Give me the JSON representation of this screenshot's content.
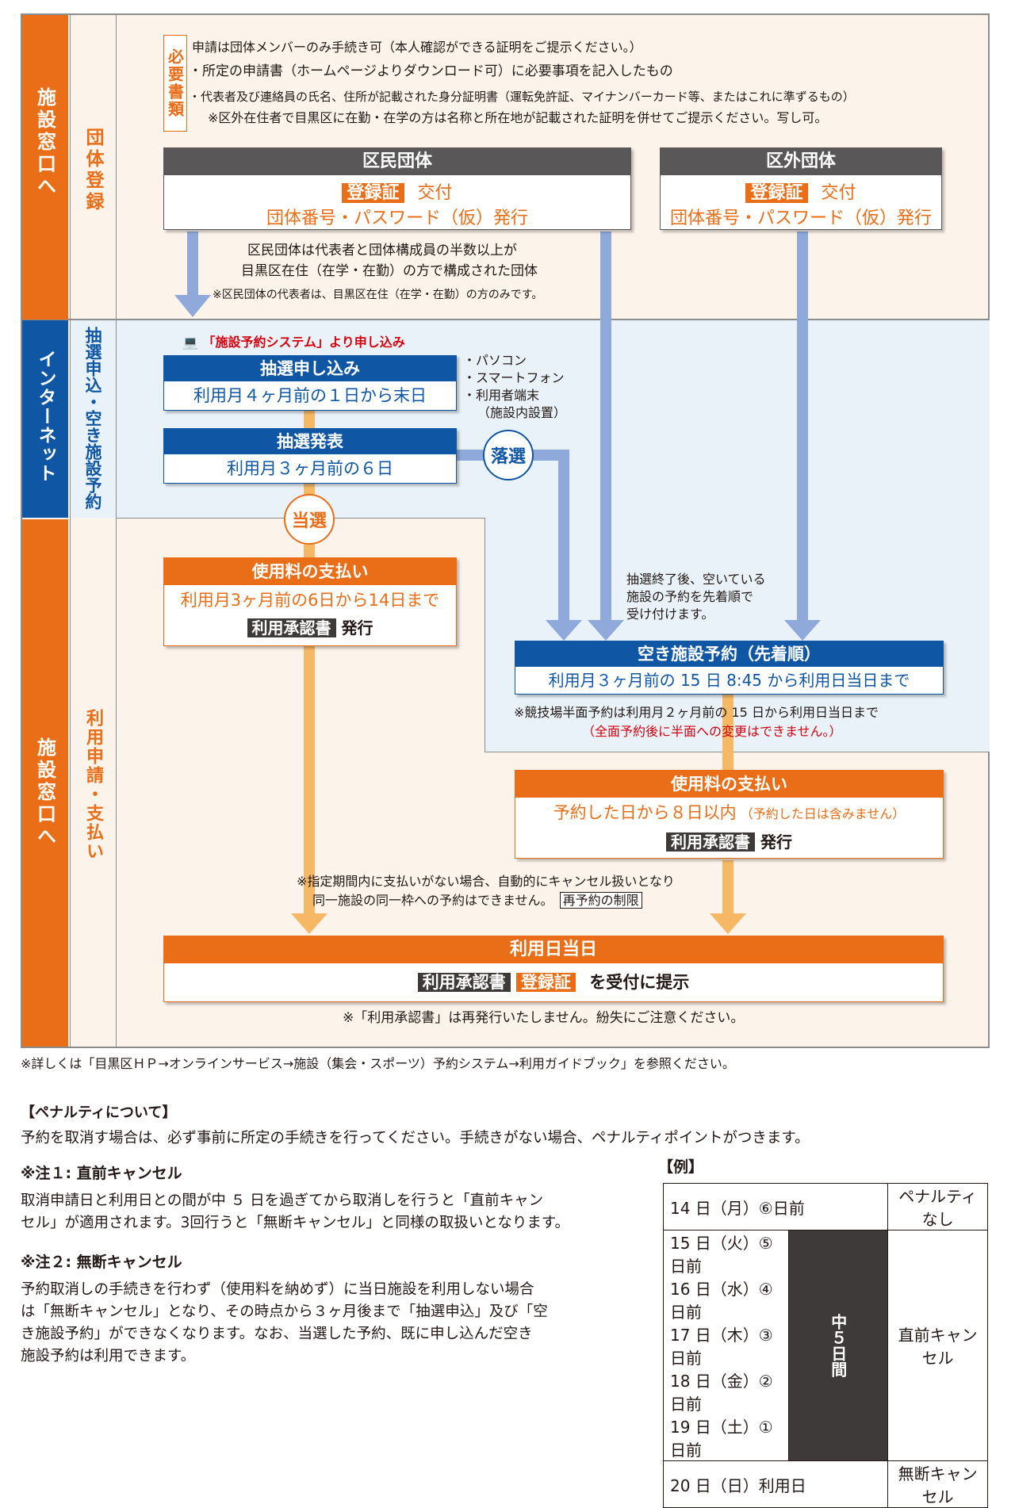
{
  "colors": {
    "orange": "#ea6d17",
    "blue": "#0f56a4",
    "gray": "#595757",
    "dark": "#3e3a39",
    "cream": "#fcf3ea",
    "lightblue": "#e8f2f8",
    "red": "#d7000f",
    "arrow_blue": "#8fa9db",
    "arrow_orange": "#f6b865"
  },
  "sidebar": {
    "top": "施設窓口へ",
    "middle": "インターネット",
    "bottom": "施設窓口へ"
  },
  "stages": {
    "registration": "団体登録",
    "lottery": "抽選申込・空き施設予約",
    "apply_pay": "利用申請・支払い"
  },
  "required": {
    "label": "必要書類",
    "lines": [
      "申請は団体メンバーのみ手続き可（本人確認ができる証明をご提示ください。）",
      "・所定の申請書（ホームページよりダウンロード可）に必要事項を記入したもの",
      "・代表者及び連絡員の氏名、住所が記載された身分証明書（運転免許証、マイナンバーカード等、またはこれに準ずるもの）",
      "※区外在住者で目黒区に在勤・在学の方は名称と所在地が記載された証明を併せてご提示ください。写し可。"
    ]
  },
  "resident_group": {
    "title": "区民団体",
    "cert": "登録証",
    "issue": "交付",
    "number": "団体番号・パスワード（仮）発行"
  },
  "outside_group": {
    "title": "区外団体",
    "cert": "登録証",
    "issue": "交付",
    "number": "団体番号・パスワード（仮）発行"
  },
  "resident_note": {
    "line1": "区民団体は代表者と団体構成員の半数以上が",
    "line2": "目黒区在住（在学・在勤）の方で構成された団体",
    "line3": "※区民団体の代表者は、目黒区在住（在学・在勤）の方のみです。"
  },
  "system_label": "「施設予約システム」より申し込み",
  "lottery_apply": {
    "title": "抽選申し込み",
    "period": "利用月４ヶ月前の１日から末日"
  },
  "devices": [
    "・パソコン",
    "・スマートフォン",
    "・利用者端末",
    "（施設内設置）"
  ],
  "lottery_result": {
    "title": "抽選発表",
    "date": "利用月３ヶ月前の６日"
  },
  "lost": "落選",
  "won": "当選",
  "payment1": {
    "title": "使用料の支払い",
    "period": "利用月3ヶ月前の6日から14日まで",
    "doc": "利用承認書",
    "issue": "発行"
  },
  "vacancy_note": {
    "line1": "抽選終了後、空いている",
    "line2": "施設の予約を先着順で",
    "line3": "受け付けます。"
  },
  "vacancy": {
    "title": "空き施設予約（先着順）",
    "period": "利用月３ヶ月前の 15 日 8:45 から利用日当日まで",
    "note1": "※競技場半面予約は利用月２ヶ月前の 15 日から利用日当日まで",
    "note2": "（全面予約後に半面への変更はできません。）"
  },
  "payment2": {
    "title": "使用料の支払い",
    "period": "予約した日から８日以内",
    "period_note": "（予約した日は含みません）",
    "doc": "利用承認書",
    "issue": "発行"
  },
  "cancel_note": {
    "line1": "※指定期間内に支払いがない場合、自動的にキャンセル扱いとなり",
    "line2": "同一施設の同一枠への予約はできません。",
    "tag": "再予約の制限"
  },
  "use_day": {
    "title": "利用日当日",
    "doc": "利用承認書",
    "cert": "登録証",
    "text": "を受付に提示",
    "note": "※「利用承認書」は再発行いたしません。紛失にご注意ください。"
  },
  "footer_ref": "※詳しくは「目黒区ＨＰ→オンラインサービス→施設（集会・スポーツ）予約システム→利用ガイドブック」を参照ください。",
  "penalty": {
    "heading": "【ペナルティについて】",
    "intro": "予約を取消す場合は、必ず事前に所定の手続きを行ってください。手続きがない場合、ペナルティポイントがつきます。",
    "note1_title": "※注１: 直前キャンセル",
    "note1_l1": "取消申請日と利用日との間が中 ５ 日を過ぎてから取消しを行うと「直前キャン",
    "note1_l2": "セル」が適用されます。3回行うと「無断キャンセル」と同様の取扱いとなります。",
    "note2_title": "※注２: 無断キャンセル",
    "note2_l1": "予約取消しの手続きを行わず（使用料を納めず）に当日施設を利用しない場合",
    "note2_l2": "は「無断キャンセル」となり、その時点から３ヶ月後まで「抽選申込」及び「空",
    "note2_l3": "き施設予約」ができなくなります。なお、当選した予約、既に申し込んだ空き",
    "note2_l4": "施設予約は利用できます。"
  },
  "example": {
    "label": "【例】",
    "rows": [
      {
        "date": "14 日（月）⑥日前",
        "result": "ペナルティなし"
      },
      {
        "date": "15 日（火）⑤日前"
      },
      {
        "date": "16 日（水）④日前"
      },
      {
        "date": "17 日（木）③日前"
      },
      {
        "date": "18 日（金）②日前"
      },
      {
        "date": "19 日（土）①日前"
      },
      {
        "date": "20 日（日）利用日",
        "result": "無断キャンセル"
      }
    ],
    "mid_label": "中５日間",
    "mid_result": "直前キャンセル"
  }
}
